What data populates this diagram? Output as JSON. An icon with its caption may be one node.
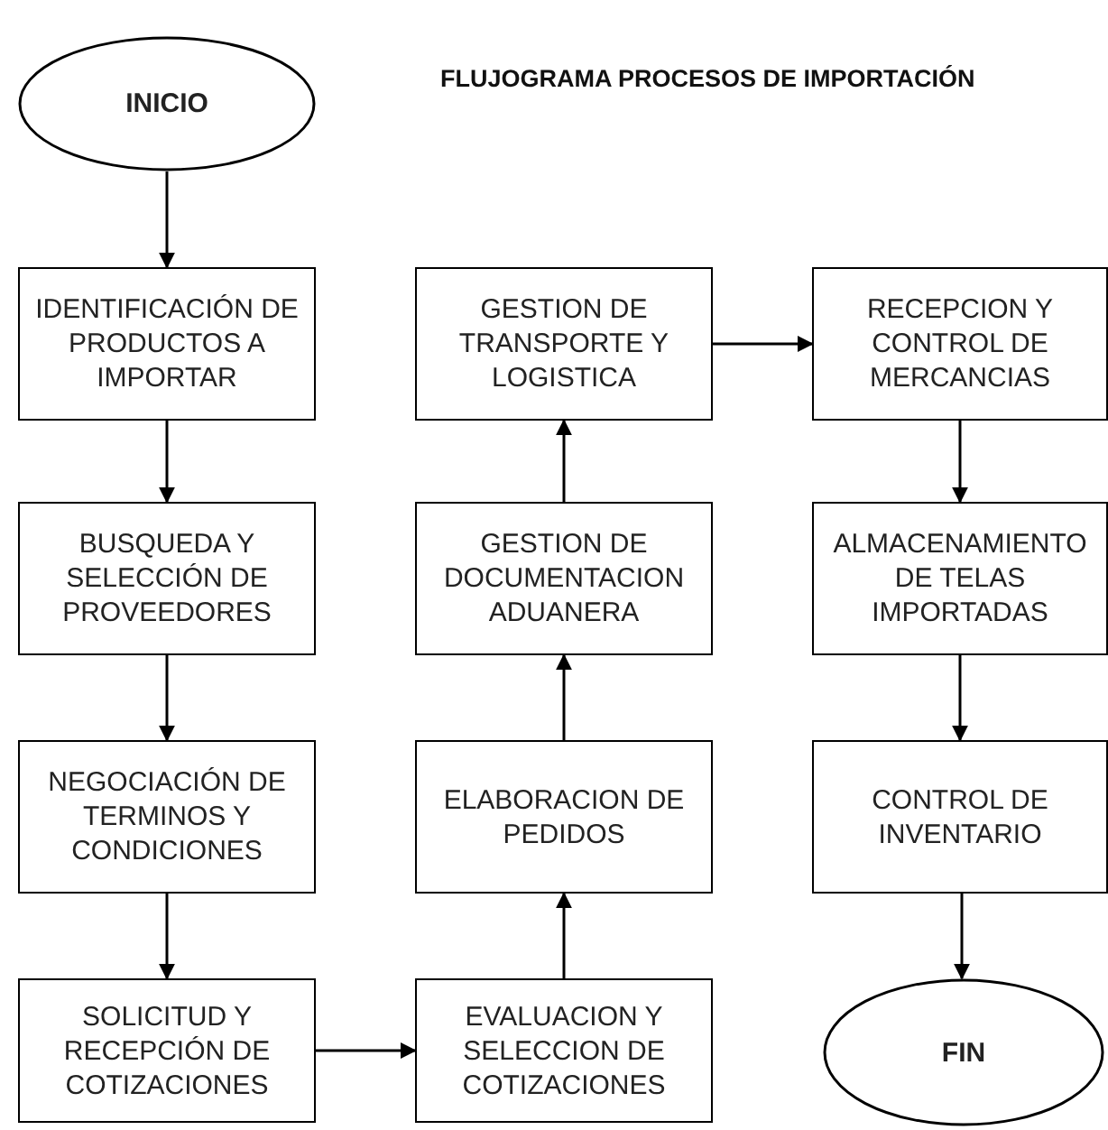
{
  "diagram": {
    "title": "FLUJOGRAMA PROCESOS DE IMPORTACIÓN",
    "nodes": [
      {
        "text": [
          "INICIO"
        ]
      },
      {
        "text": [
          "IDENTIFICACIÓN DE PRODUCTOS A IMPORTAR"
        ]
      },
      {
        "text": [
          "BUSQUEDA Y SELECCIÓN DE PROVEEDORES"
        ]
      },
      {
        "text": [
          "NEGOCIACIÓN DE TERMINOS Y CONDICIONES"
        ]
      },
      {
        "text": [
          "SOLICITUD Y RECEPCIÓN DE COTIZACIONES"
        ]
      },
      {
        "text": [
          "EVALUACION Y SELECCION DE COTIZACIONES"
        ]
      },
      {
        "text": [
          "ELABORACION DE PEDIDOS"
        ]
      },
      {
        "text": [
          "GESTION DE DOCUMENTACION ADUANERA"
        ]
      },
      {
        "text": [
          "GESTION DE TRANSPORTE Y LOGISTICA"
        ]
      },
      {
        "text": [
          "RECEPCION Y CONTROL DE MERCANCIAS"
        ]
      },
      {
        "text": [
          "ALMACENAMIENTO DE TELAS IMPORTADAS"
        ]
      },
      {
        "text": [
          "CONTROL DE INVENTARIO"
        ]
      },
      {
        "text": [
          "FIN"
        ]
      }
    ],
    "edges": [
      {
        "from": 0,
        "to": 1,
        "arrow": "to"
      },
      {
        "from": 1,
        "to": 2,
        "arrow": "to"
      },
      {
        "from": 2,
        "to": 3,
        "arrow": "to"
      },
      {
        "from": 3,
        "to": 4,
        "arrow": "to"
      },
      {
        "from": 4,
        "to": 5,
        "arrow": "to"
      },
      {
        "from": 5,
        "to": 6,
        "arrow": "to"
      },
      {
        "from": 6,
        "to": 7,
        "arrow": "to"
      },
      {
        "from": 7,
        "to": 8,
        "arrow": "to"
      },
      {
        "from": 8,
        "to": 9,
        "arrow": "to"
      },
      {
        "from": 9,
        "to": 10,
        "arrow": "to"
      },
      {
        "from": 10,
        "to": 11,
        "arrow": "to"
      },
      {
        "from": 11,
        "to": 12,
        "arrow": "to"
      }
    ]
  }
}
